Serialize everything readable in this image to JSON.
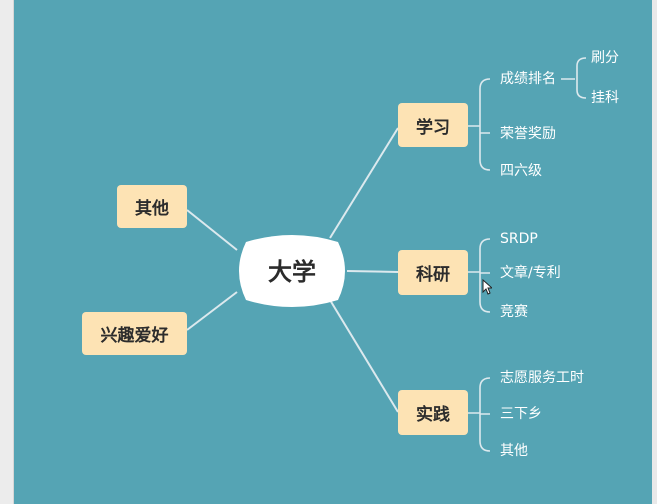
{
  "center": {
    "label": "大学"
  },
  "left_nodes": [
    {
      "id": "other",
      "label": "其他"
    },
    {
      "id": "hobby",
      "label": "兴趣爱好"
    }
  ],
  "branches": [
    {
      "id": "study",
      "label": "学习",
      "children": [
        {
          "label": "成绩排名",
          "children": [
            {
              "label": "刷分"
            },
            {
              "label": "挂科"
            }
          ]
        },
        {
          "label": "荣誉奖励"
        },
        {
          "label": "四六级"
        }
      ]
    },
    {
      "id": "research",
      "label": "科研",
      "children": [
        {
          "label": "SRDP"
        },
        {
          "label": "文章/专利"
        },
        {
          "label": "竞赛"
        }
      ]
    },
    {
      "id": "practice",
      "label": "实践",
      "children": [
        {
          "label": "志愿服务工时"
        },
        {
          "label": "三下乡"
        },
        {
          "label": "其他"
        }
      ]
    }
  ],
  "colors": {
    "background": "#55a4b4",
    "node_fill": "#fde3b4",
    "line": "#dce9ee",
    "center_fill": "#ffffff"
  }
}
